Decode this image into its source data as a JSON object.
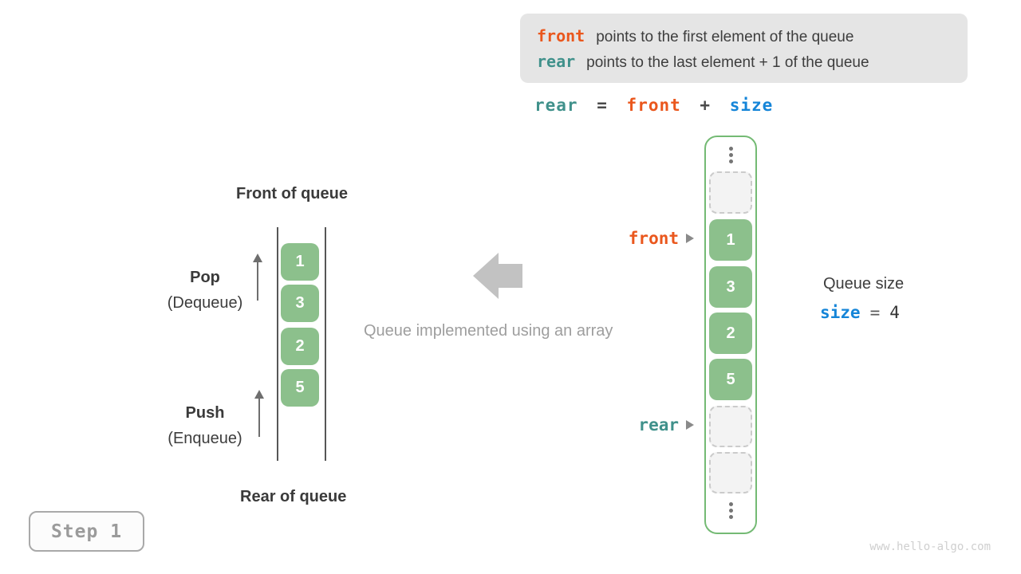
{
  "info_box": {
    "lines": [
      {
        "keyword": "front",
        "text": "points to the first element of the queue"
      },
      {
        "keyword": "rear",
        "text": "points to the last element + 1 of the queue"
      }
    ]
  },
  "formula": {
    "lhs": "rear",
    "equals": "=",
    "operand1": "front",
    "plus": "+",
    "operand2": "size"
  },
  "left_diagram": {
    "title_top": "Front of queue",
    "title_bottom": "Rear of queue",
    "pop": {
      "label": "Pop",
      "sublabel": "(Dequeue)"
    },
    "push": {
      "label": "Push",
      "sublabel": "(Enqueue)"
    },
    "cells": [
      "1",
      "3",
      "2",
      "5"
    ]
  },
  "center": {
    "caption": "Queue implemented using an array"
  },
  "right_diagram": {
    "pointers": {
      "front": "front",
      "rear": "rear"
    },
    "cells": [
      "1",
      "3",
      "2",
      "5"
    ]
  },
  "size_panel": {
    "title": "Queue size",
    "variable": "size",
    "equals": "=",
    "value": "4"
  },
  "step_badge": {
    "label": "Step 1"
  },
  "watermark": "www.hello-algo.com",
  "icons": {
    "vertical_ellipsis": "three stacked dots",
    "pointer_arrowhead": "right-pointing triangle",
    "block_arrow": "left-pointing block arrow",
    "up_arrow": "upward line arrow"
  },
  "colors": {
    "front_orange": "#ea571d",
    "rear_teal": "#40918b",
    "size_blue": "#1585d8",
    "cell_green": "#8cc08c",
    "container_border_green": "#74ba74",
    "info_box_bg": "#e5e5e5",
    "text_dark": "#3d3d3d",
    "text_gray": "#9e9e9e",
    "block_arrow_gray": "#c2c2c2"
  }
}
